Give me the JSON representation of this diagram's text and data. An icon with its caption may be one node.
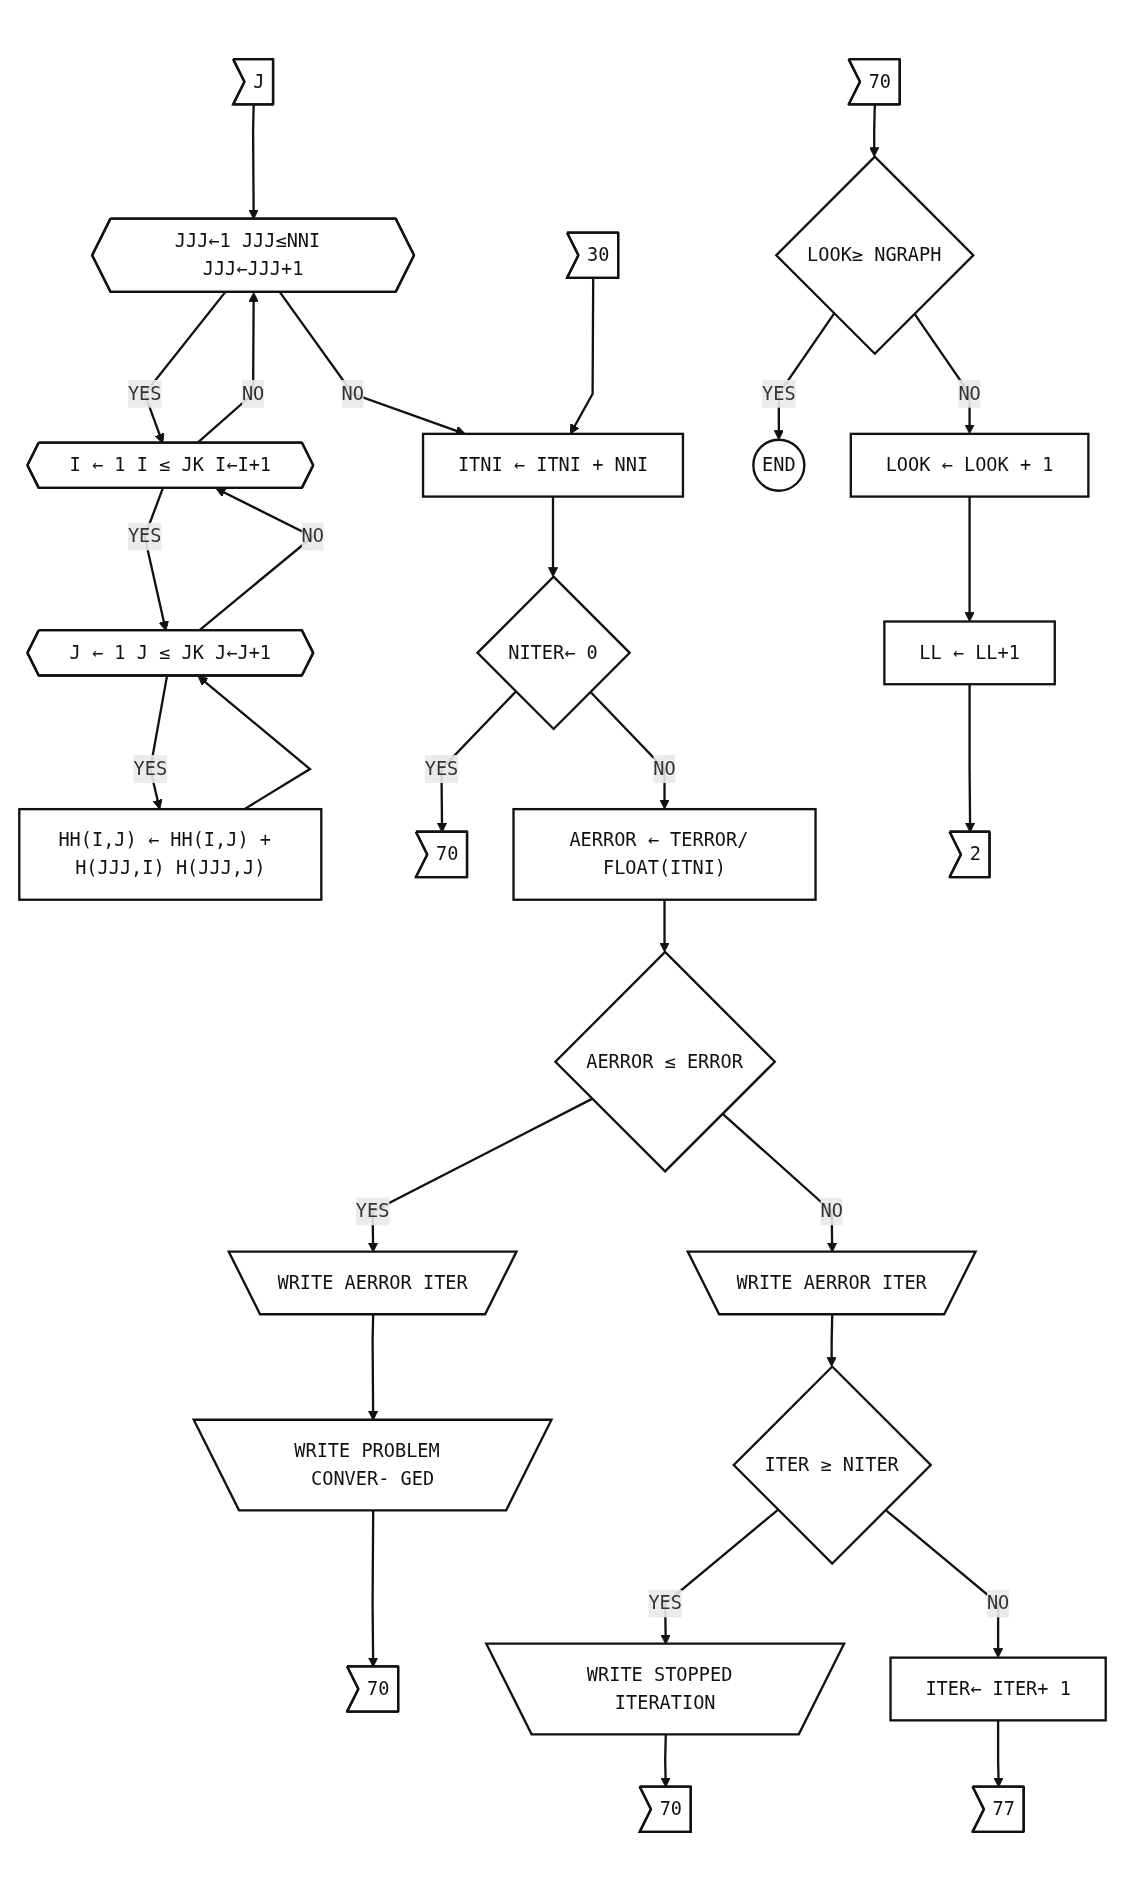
{
  "diagram": {
    "nodes": [
      {
        "text": [
          "J"
        ]
      },
      {
        "text": [
          "JJJ←1 JJJ≤NNI JJJ←JJJ+1"
        ]
      },
      {
        "text": [
          "I ← 1 I ≤ JK I←I+1"
        ]
      },
      {
        "text": [
          "J ← 1 J ≤ JK J←J+1"
        ]
      },
      {
        "text": [
          "HH(I,J) ← HH(I,J) + H(JJJ,I) H(JJJ,J)"
        ]
      },
      {
        "text": [
          "30"
        ]
      },
      {
        "text": [
          "ITNI ← ITNI + NNI"
        ]
      },
      {
        "text": [
          "NITER← 0"
        ]
      },
      {
        "text": [
          "70"
        ]
      },
      {
        "text": [
          "AERROR ← TERROR/ FLOAT(ITNI)"
        ]
      },
      {
        "text": [
          "AERROR ≤ ERROR"
        ]
      },
      {
        "text": [
          "WRITE AERROR ITER"
        ]
      },
      {
        "text": [
          "WRITE AERROR ITER"
        ]
      },
      {
        "text": [
          "ITER ≥ NITER"
        ]
      },
      {
        "text": [
          "WRITE PROBLEM CONVER- GED"
        ]
      },
      {
        "text": [
          "70"
        ]
      },
      {
        "text": [
          "WRITE STOPPED ITERATION"
        ]
      },
      {
        "text": [
          "ITER← ITER+ 1"
        ]
      },
      {
        "text": [
          "70"
        ]
      },
      {
        "text": [
          "77"
        ]
      },
      {
        "text": [
          "70"
        ]
      },
      {
        "text": [
          "LOOK≥ NGRAPH"
        ]
      },
      {
        "text": [
          "END"
        ]
      },
      {
        "text": [
          "LOOK ← LOOK + 1"
        ]
      },
      {
        "text": [
          "LL ← LL+1"
        ]
      },
      {
        "text": [
          "2"
        ]
      }
    ],
    "edges": [
      {
        "from": 0,
        "to": 1,
        "arrow": "to"
      },
      {
        "from": 1,
        "to": 2,
        "arrow": "to",
        "label": "YES"
      },
      {
        "from": 1,
        "to": 6,
        "arrow": "to",
        "label": "NO"
      },
      {
        "from": 2,
        "to": 3,
        "arrow": "to",
        "label": "YES"
      },
      {
        "from": 2,
        "to": 1,
        "arrow": "to",
        "label": "NO"
      },
      {
        "from": 3,
        "to": 4,
        "arrow": "to",
        "label": "YES"
      },
      {
        "from": 3,
        "to": 2,
        "arrow": "to",
        "label": "NO"
      },
      {
        "from": 4,
        "to": 3,
        "arrow": "to"
      },
      {
        "from": 5,
        "to": 6,
        "arrow": "to"
      },
      {
        "from": 6,
        "to": 7,
        "arrow": "to"
      },
      {
        "from": 7,
        "to": 8,
        "arrow": "to",
        "label": "YES"
      },
      {
        "from": 7,
        "to": 9,
        "arrow": "to",
        "label": "NO"
      },
      {
        "from": 9,
        "to": 10,
        "arrow": "to"
      },
      {
        "from": 10,
        "to": 11,
        "arrow": "to",
        "label": "NO"
      },
      {
        "from": 10,
        "to": 12,
        "arrow": "to",
        "label": "YES"
      },
      {
        "from": 11,
        "to": 13,
        "arrow": "to"
      },
      {
        "from": 12,
        "to": 14,
        "arrow": "to"
      },
      {
        "from": 14,
        "to": 15,
        "arrow": "to"
      },
      {
        "from": 13,
        "to": 16,
        "arrow": "to",
        "label": "YES"
      },
      {
        "from": 13,
        "to": 17,
        "arrow": "to",
        "label": "NO"
      },
      {
        "from": 16,
        "to": 18,
        "arrow": "to"
      },
      {
        "from": 17,
        "to": 19,
        "arrow": "to"
      },
      {
        "from": 20,
        "to": 21,
        "arrow": "to"
      },
      {
        "from": 21,
        "to": 22,
        "arrow": "to",
        "label": "YES"
      },
      {
        "from": 21,
        "to": 23,
        "arrow": "to",
        "label": "NO"
      },
      {
        "from": 23,
        "to": 24,
        "arrow": "to"
      },
      {
        "from": 24,
        "to": 25,
        "arrow": "to"
      }
    ]
  }
}
